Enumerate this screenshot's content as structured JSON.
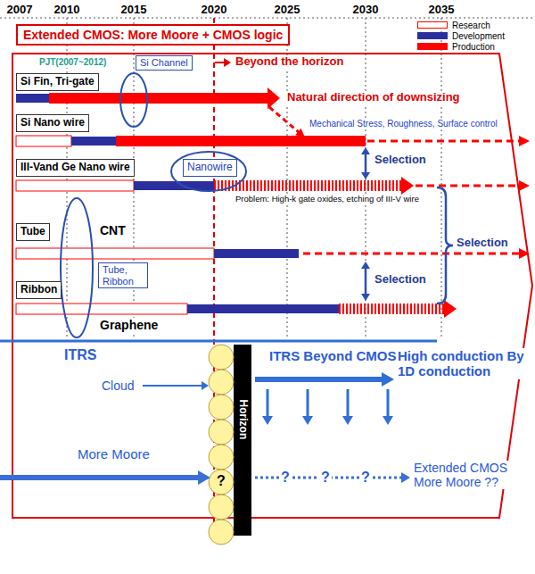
{
  "diagram": {
    "nodes": [
      {
        "text": [
          "Extended CMOS: More Moore + CMOS logic"
        ]
      },
      {
        "text": [
          "Si Channel"
        ]
      },
      {
        "text": [
          "Si Fin, Tri-gate"
        ]
      },
      {
        "text": [
          "Si Nano wire"
        ]
      },
      {
        "text": [
          "III-Vand Ge Nano wire"
        ]
      },
      {
        "text": [
          "Nanowire"
        ]
      },
      {
        "text": [
          "Tube"
        ]
      },
      {
        "text": [
          "Tube, Ribbon"
        ]
      },
      {
        "text": [
          "Ribbon"
        ]
      }
    ],
    "labels": [
      "2007",
      "2010",
      "2015",
      "2020",
      "2025",
      "2030",
      "2035",
      "PJT(2007~2012)",
      "Beyond the horizon",
      "Natural direction of downsizing",
      "Mechanical Stress, Roughness, Surface control",
      "Selection",
      "Problem: High-k gate oxides, etching of III-V wire",
      "Selection",
      "CNT",
      "Selection",
      "Graphene",
      "ITRS",
      "Cloud",
      "Horizon",
      "ITRS Beyond CMOS",
      "High conduction By 1D conduction",
      "More Moore",
      "?",
      "?",
      "?",
      "?",
      "Extended CMOS More Moore ??"
    ],
    "legend": [
      {
        "text": "Research"
      },
      {
        "text": "Development",
        "color": "#2b2f9e"
      },
      {
        "text": "Production",
        "color": "#ff0000"
      }
    ]
  }
}
